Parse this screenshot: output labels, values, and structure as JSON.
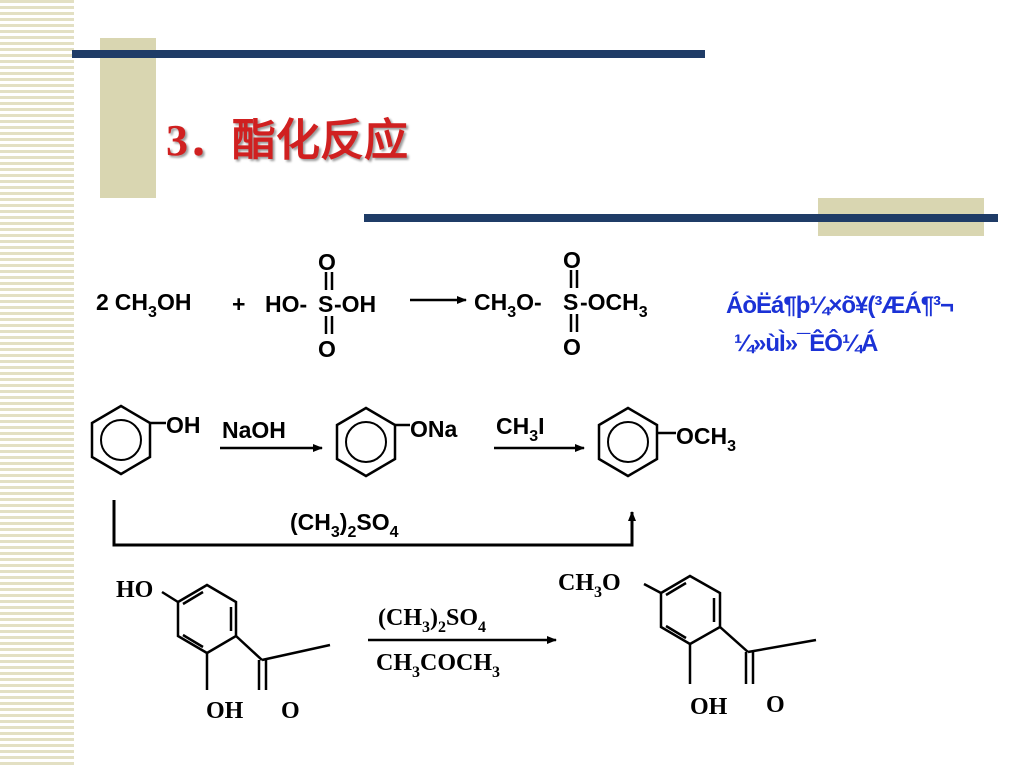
{
  "slide": {
    "title": "3．酯化反应",
    "colors": {
      "title": "#d02020",
      "note": "#1b32d6",
      "bar": "#1f3c67",
      "accent": "#d9d6b1"
    },
    "note_line1": "ÁòËá¶þ¼×õ¥(³ÆÁ¶³¬",
    "note_line2": "¼»ùÌ»¯ÊÔ¼Á"
  },
  "reaction1": {
    "coef": "2",
    "reactant1": "CH3OH",
    "plus": "+",
    "ho_left": "HO-",
    "sulfur": "S",
    "oh_right": "-OH",
    "oxygen_top": "O",
    "oxygen_bottom": "O",
    "product_left": "CH3O-",
    "product_right": "-OCH3"
  },
  "reaction2": {
    "oh": "OH",
    "reagent1": "NaOH",
    "ona": "ONa",
    "reagent2": "CH3I",
    "och3": "OCH3",
    "reagent_bottom": "(CH3)2SO4"
  },
  "reaction3": {
    "ho": "HO",
    "oh": "OH",
    "carbonyl_o": "O",
    "reagent_top": "(CH3)2SO4",
    "reagent_bottom": "CH3COCH3",
    "ch3o": "CH3O",
    "product_oh": "OH",
    "product_o": "O"
  }
}
